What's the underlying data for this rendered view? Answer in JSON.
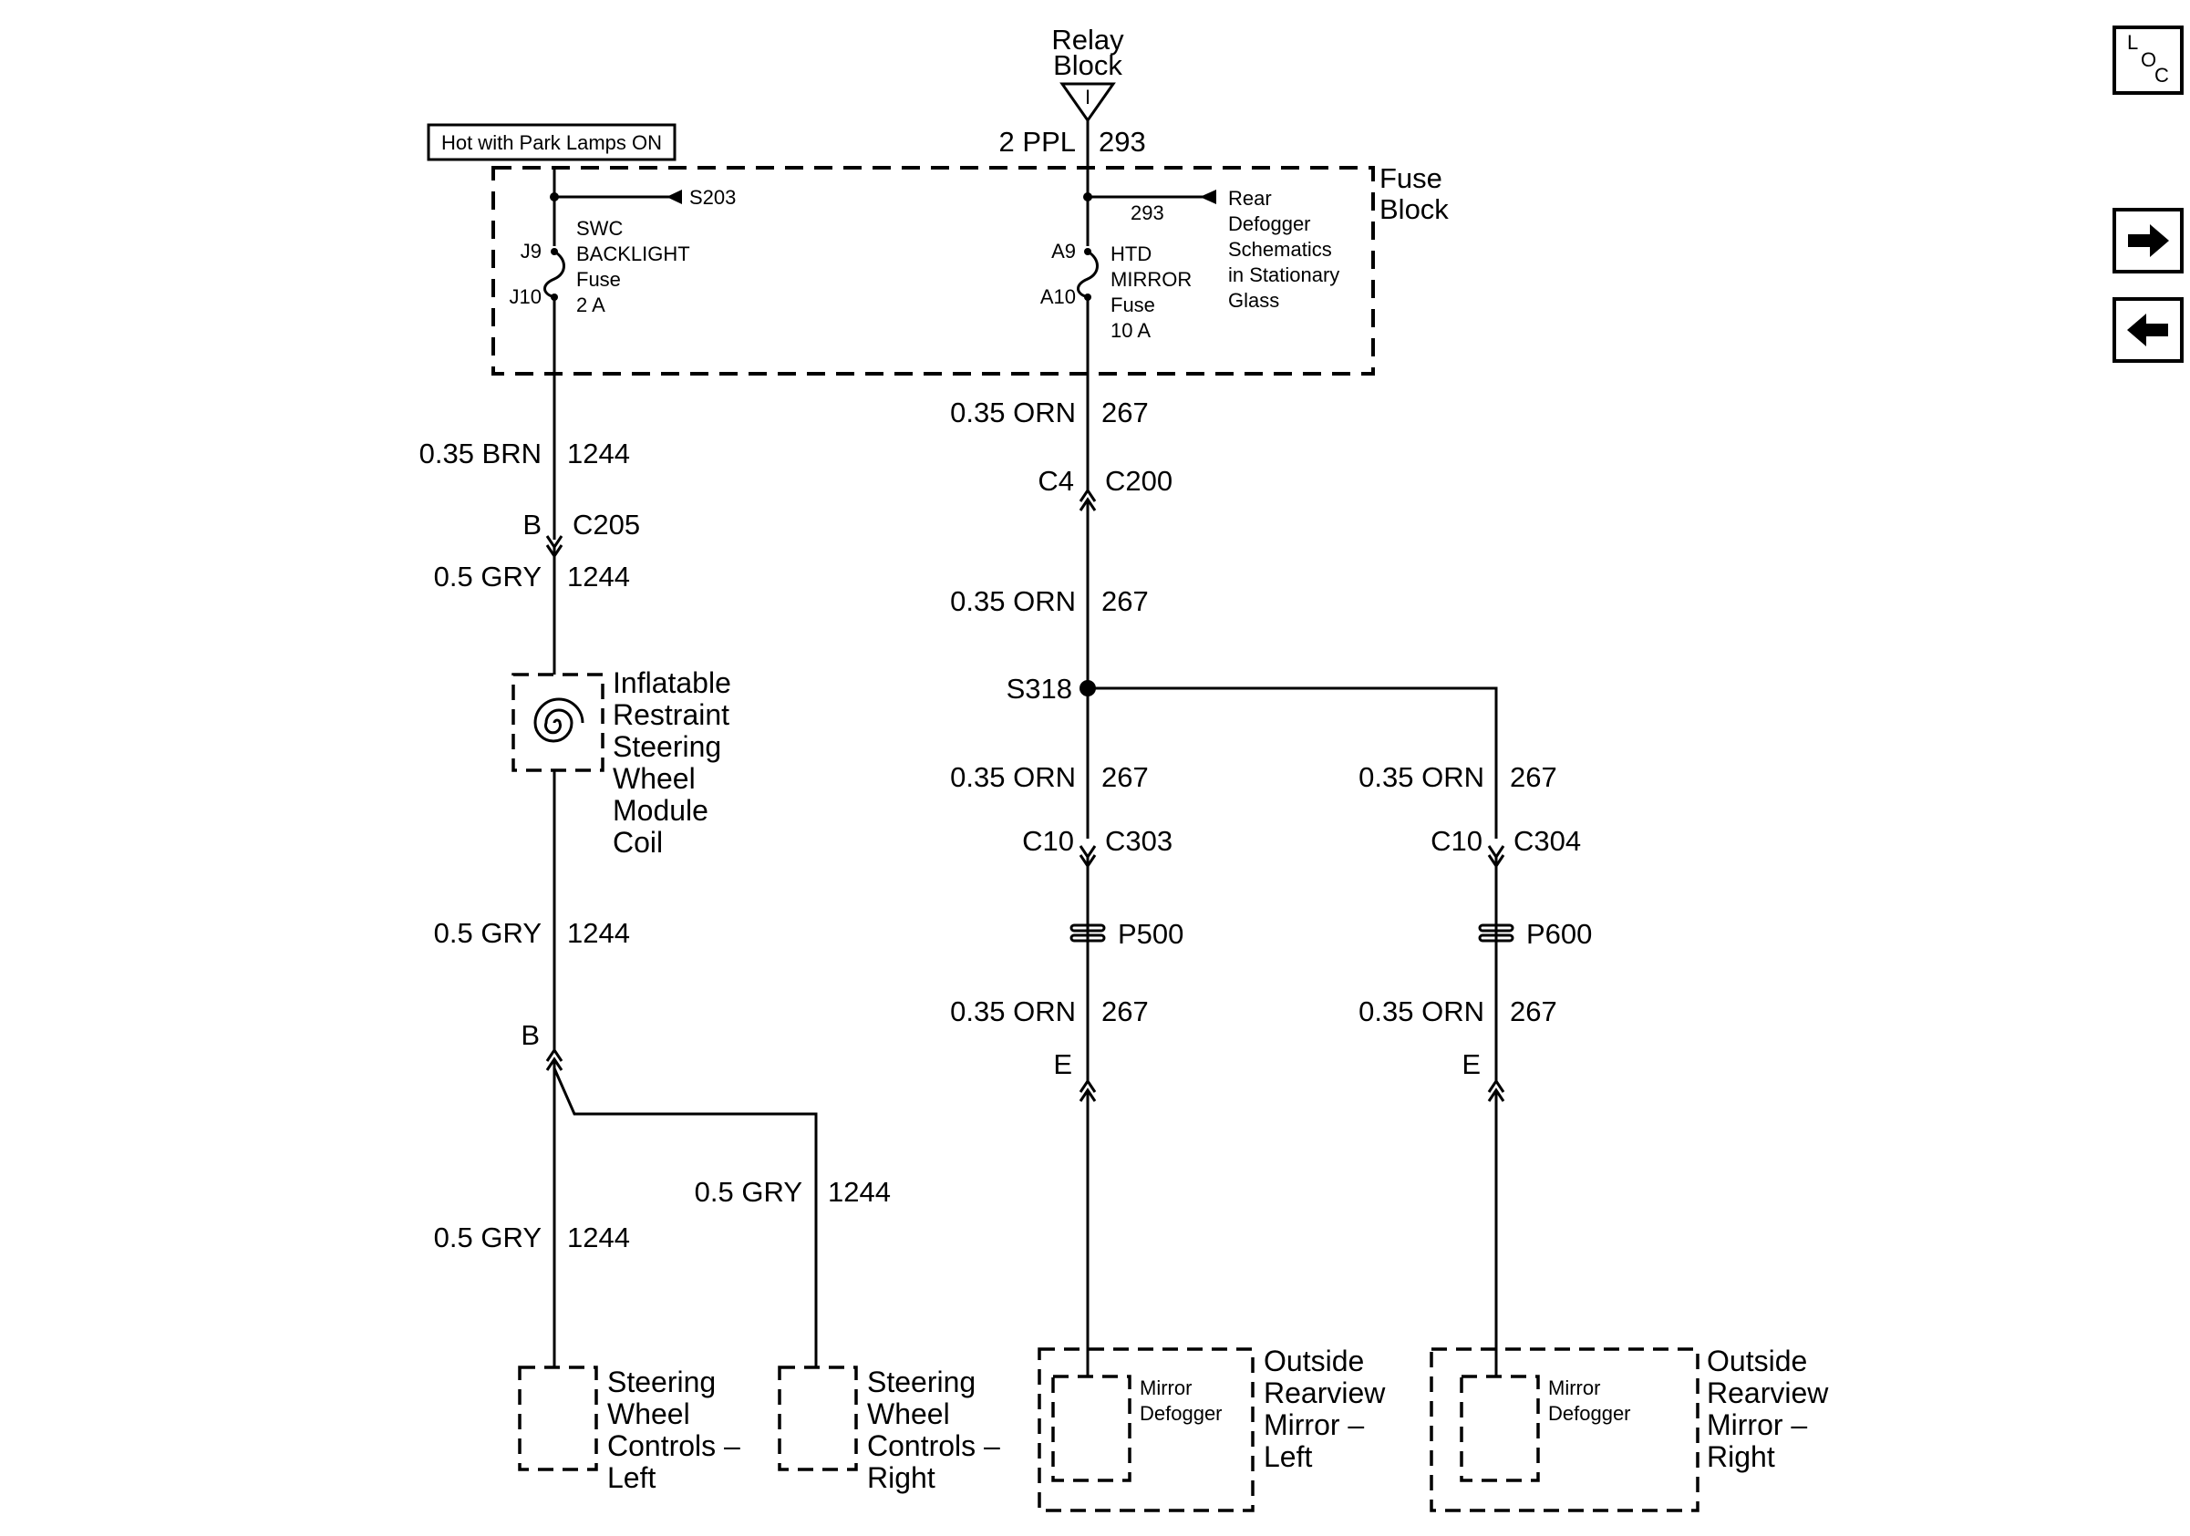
{
  "relay_block": {
    "label_line1": "Relay",
    "label_line2": "Block",
    "symbol": "I"
  },
  "hot_label": "Hot with Park Lamps ON",
  "fuse_block": {
    "label_line1": "Fuse",
    "label_line2": "Block"
  },
  "left_fuse": {
    "splice": "S203",
    "pin_top": "J9",
    "pin_bottom": "J10",
    "name_line1": "SWC",
    "name_line2": "BACKLIGHT",
    "name_line3": "Fuse",
    "rating": "2 A"
  },
  "right_fuse": {
    "pin_top": "A9",
    "pin_bottom": "A10",
    "name_line1": "HTD",
    "name_line2": "MIRROR",
    "name_line3": "Fuse",
    "rating": "10 A",
    "branch_circuit": "293",
    "ref_line1": "Rear",
    "ref_line2": "Defogger",
    "ref_line3": "Schematics",
    "ref_line4": "in Stationary",
    "ref_line5": "Glass"
  },
  "wires": {
    "top_ppl": {
      "gauge_color": "2 PPL",
      "circuit": "293"
    },
    "orn_a": {
      "gauge_color": "0.35 ORN",
      "circuit": "267"
    },
    "orn_b": {
      "gauge_color": "0.35 ORN",
      "circuit": "267"
    },
    "orn_c": {
      "gauge_color": "0.35 ORN",
      "circuit": "267"
    },
    "orn_d": {
      "gauge_color": "0.35 ORN",
      "circuit": "267"
    },
    "orn_e": {
      "gauge_color": "0.35 ORN",
      "circuit": "267"
    },
    "orn_f": {
      "gauge_color": "0.35 ORN",
      "circuit": "267"
    },
    "brn": {
      "gauge_color": "0.35 BRN",
      "circuit": "1244"
    },
    "gry_a": {
      "gauge_color": "0.5 GRY",
      "circuit": "1244"
    },
    "gry_b": {
      "gauge_color": "0.5 GRY",
      "circuit": "1244"
    },
    "gry_c": {
      "gauge_color": "0.5 GRY",
      "circuit": "1244"
    },
    "gry_d": {
      "gauge_color": "0.5 GRY",
      "circuit": "1244"
    }
  },
  "connectors": {
    "c200": {
      "pin": "C4",
      "name": "C200"
    },
    "c205": {
      "pin": "B",
      "name": "C205"
    },
    "c303": {
      "pin": "C10",
      "name": "C303"
    },
    "c304": {
      "pin": "C10",
      "name": "C304"
    },
    "coil_out": {
      "pin": "B"
    },
    "mirror_left_in": {
      "pin": "E"
    },
    "mirror_right_in": {
      "pin": "E"
    }
  },
  "splice_s318": "S318",
  "pass_throughs": {
    "p500": "P500",
    "p600": "P600"
  },
  "coil": {
    "line1": "Inflatable",
    "line2": "Restraint",
    "line3": "Steering",
    "line4": "Wheel",
    "line5": "Module",
    "line6": "Coil"
  },
  "swc_left": {
    "line1": "Steering",
    "line2": "Wheel",
    "line3": "Controls –",
    "line4": "Left"
  },
  "swc_right": {
    "line1": "Steering",
    "line2": "Wheel",
    "line3": "Controls –",
    "line4": "Right"
  },
  "mirror_left": {
    "inner_line1": "Mirror",
    "inner_line2": "Defogger",
    "line1": "Outside",
    "line2": "Rearview",
    "line3": "Mirror –",
    "line4": "Left"
  },
  "mirror_right": {
    "inner_line1": "Mirror",
    "inner_line2": "Defogger",
    "line1": "Outside",
    "line2": "Rearview",
    "line3": "Mirror –",
    "line4": "Right"
  },
  "nav": {
    "loc_l": "L",
    "loc_o": "O",
    "loc_c": "C",
    "forward_icon": "arrow-right-icon",
    "back_icon": "arrow-left-icon"
  }
}
